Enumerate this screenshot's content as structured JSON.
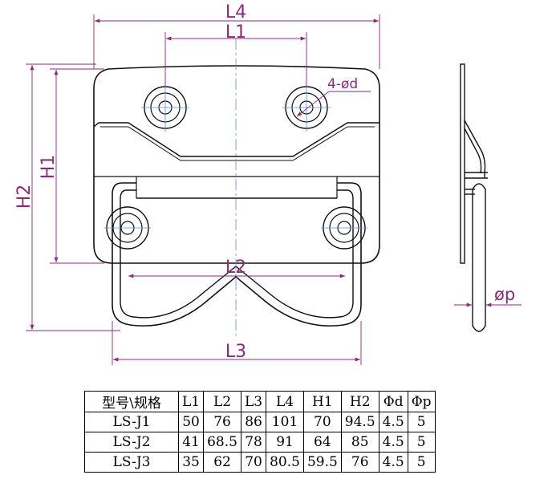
{
  "labels": {
    "L4": "L4",
    "L1": "L1",
    "L2": "L2",
    "L3": "L3",
    "H1": "H1",
    "H2": "H2",
    "hole": "4-ød",
    "phi_p": "øp"
  },
  "table": {
    "headers": [
      "型号\\规格",
      "L1",
      "L2",
      "L3",
      "L4",
      "H1",
      "H2",
      "Φd",
      "Φp"
    ],
    "rows": [
      [
        "LS-J1",
        "50",
        "76",
        "86",
        "101",
        "70",
        "94.5",
        "4.5",
        "5"
      ],
      [
        "LS-J2",
        "41",
        "68.5",
        "78",
        "91",
        "64",
        "85",
        "4.5",
        "5"
      ],
      [
        "LS-J3",
        "35",
        "62",
        "70",
        "80.5",
        "59.5",
        "76",
        "4.5",
        "5"
      ]
    ]
  },
  "colors": {
    "dimension": "#8a2a7a",
    "outline": "#111111",
    "centerline": "#5a8fd8"
  }
}
